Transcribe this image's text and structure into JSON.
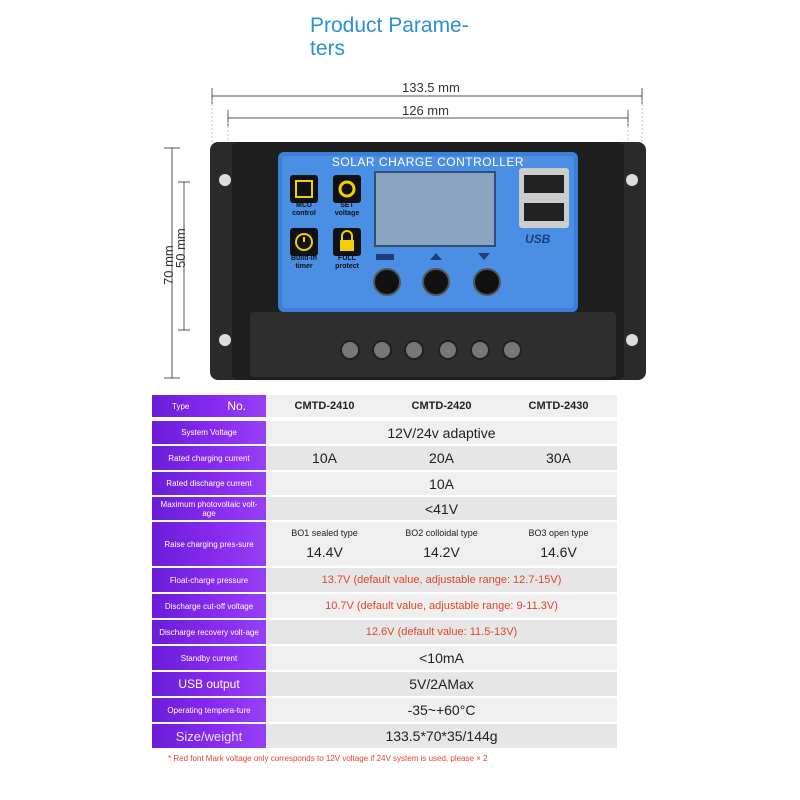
{
  "title": {
    "line1": "Product Parame-",
    "line2": "ters"
  },
  "dimensions": {
    "width_outer": "133.5 mm",
    "width_inner": "126 mm",
    "height_inner": "50 mm",
    "height_outer": "70 mm"
  },
  "device": {
    "header": "SOLAR CHARGE CONTROLLER",
    "features": [
      {
        "label": "MCU control",
        "icon": "chip-icon"
      },
      {
        "label": "SET voltage",
        "icon": "gear-icon"
      },
      {
        "label": "Build-in timer",
        "icon": "clock-icon"
      },
      {
        "label": "FULL protect",
        "icon": "lock-icon"
      }
    ],
    "usb_logo": "USB",
    "colors": {
      "panel": "#3a7fd8",
      "body": "#2b2b2b",
      "screen": "#8aa4c0"
    }
  },
  "table": {
    "header": {
      "type": "Type",
      "no": "No.",
      "models": [
        "CMTD-2410",
        "CMTD-2420",
        "CMTD-2430"
      ]
    },
    "rows": [
      {
        "label": "System Voltage",
        "value": "12V/24v adaptive"
      },
      {
        "label": "Rated charging current",
        "values": [
          "10A",
          "20A",
          "30A"
        ]
      },
      {
        "label": "Rated discharge current",
        "value": "10A"
      },
      {
        "label": "Maximum photovoltaic volt-age",
        "value": "<41V"
      },
      {
        "label": "Raise charging pres-sure",
        "types": [
          "BO1 sealed type",
          "BO2 colloidal type",
          "BO3 open type"
        ],
        "values": [
          "14.4V",
          "14.2V",
          "14.6V"
        ]
      },
      {
        "label": "Float-charge pressure",
        "value": "13.7V (default value, adjustable range: 12.7-15V)"
      },
      {
        "label": "Discharge cut-off voltage",
        "value": "10.7V (default value, adjustable range: 9-11.3V)"
      },
      {
        "label": "Discharge recovery volt-age",
        "value": "12.6V (default value: 11.5-13V)"
      },
      {
        "label": "Standby current",
        "value": "<10mA"
      },
      {
        "label": "USB output",
        "value": "5V/2AMax"
      },
      {
        "label": "Operating tempera-ture",
        "value": "-35~+60°C"
      },
      {
        "label": "Size/weight",
        "value": "133.5*70*35/144g"
      }
    ],
    "note": "* Red font Mark voltage only corresponds to 12V voltage if 24V system is used, please × 2"
  }
}
